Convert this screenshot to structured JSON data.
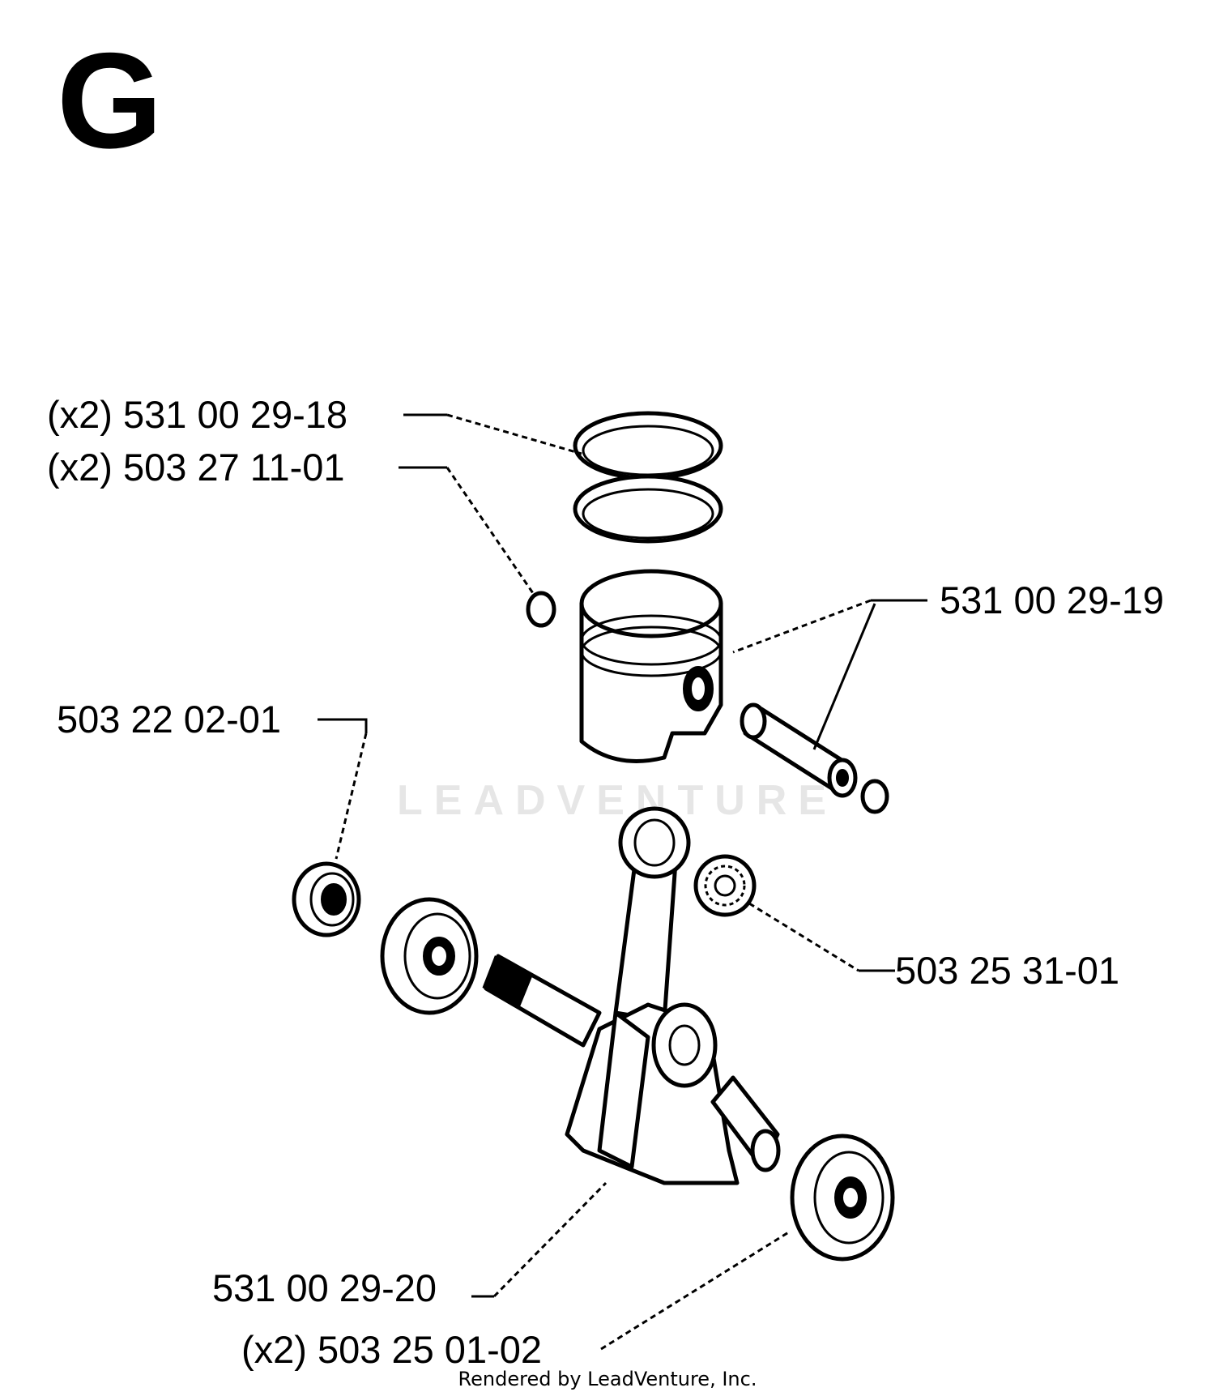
{
  "section_letter": "G",
  "watermark_text": "LEADVENTURE",
  "footer": "Rendered by LeadVenture, Inc.",
  "parts": [
    {
      "id": "piston-ring",
      "label": "(x2) 531 00 29-18"
    },
    {
      "id": "circlip",
      "label": "(x2) 503 27 11-01"
    },
    {
      "id": "piston-kit",
      "label": "531 00 29-19"
    },
    {
      "id": "seal",
      "label": "503 22 02-01"
    },
    {
      "id": "needle-bearing",
      "label": "503 25 31-01"
    },
    {
      "id": "crankshaft",
      "label": "531 00 29-20"
    },
    {
      "id": "ball-bearing",
      "label": "(x2) 503 25 01-02"
    }
  ]
}
